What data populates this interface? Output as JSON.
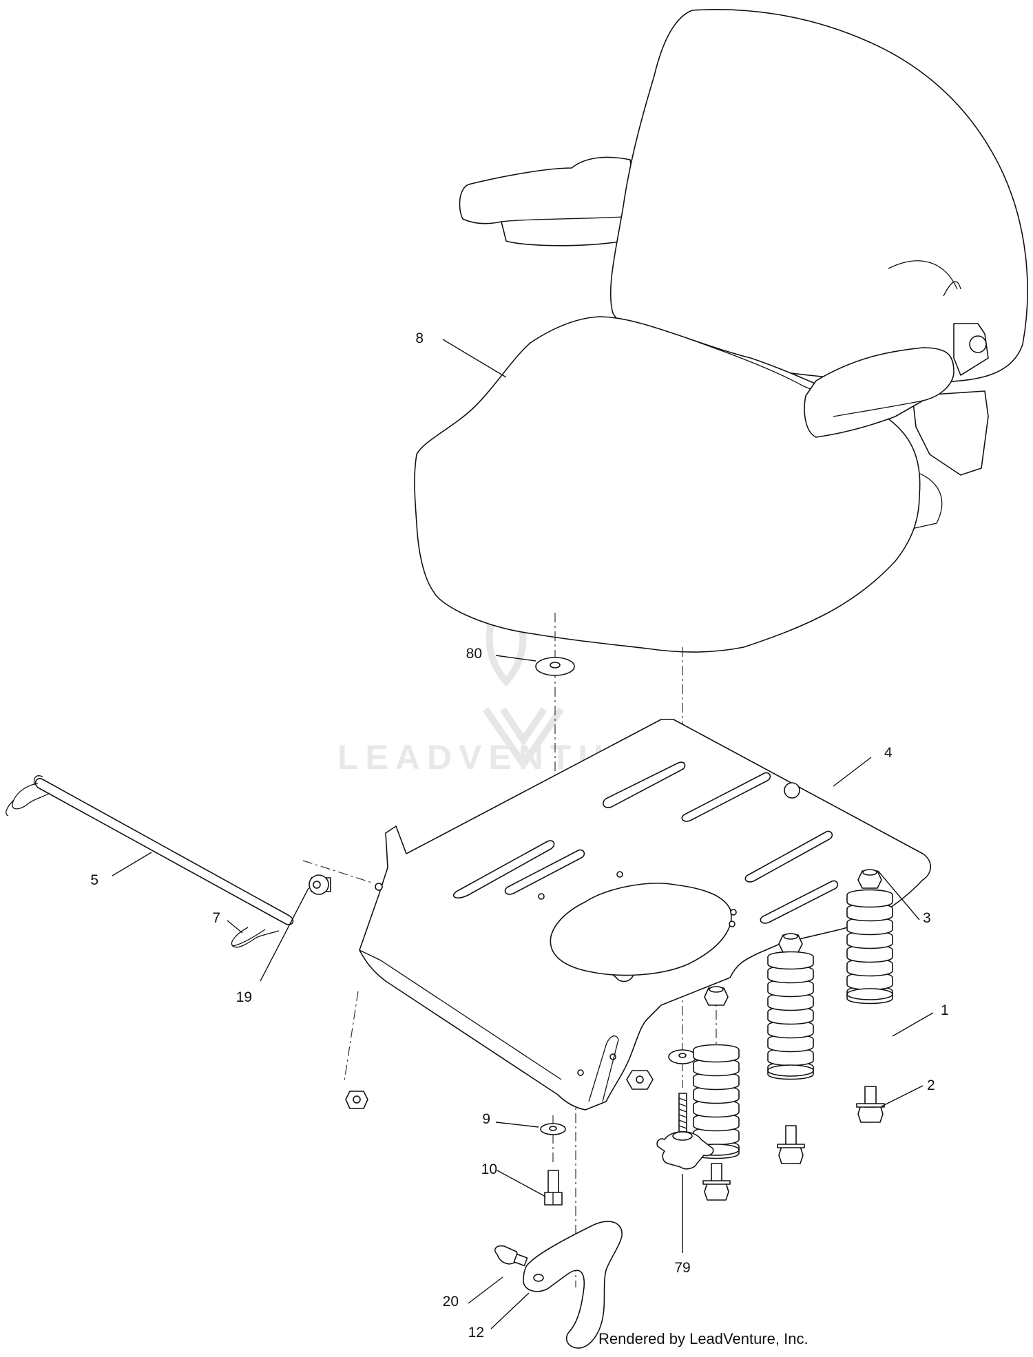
{
  "diagram": {
    "watermark": "LEADVENTURE",
    "credit": "Rendered by LeadVenture, Inc.",
    "callouts": [
      {
        "id": "8",
        "label": "8"
      },
      {
        "id": "80",
        "label": "80"
      },
      {
        "id": "4",
        "label": "4"
      },
      {
        "id": "5",
        "label": "5"
      },
      {
        "id": "7",
        "label": "7"
      },
      {
        "id": "19",
        "label": "19"
      },
      {
        "id": "3",
        "label": "3"
      },
      {
        "id": "1",
        "label": "1"
      },
      {
        "id": "2",
        "label": "2"
      },
      {
        "id": "9",
        "label": "9"
      },
      {
        "id": "10",
        "label": "10"
      },
      {
        "id": "79",
        "label": "79"
      },
      {
        "id": "20",
        "label": "20"
      },
      {
        "id": "12",
        "label": "12"
      }
    ]
  }
}
